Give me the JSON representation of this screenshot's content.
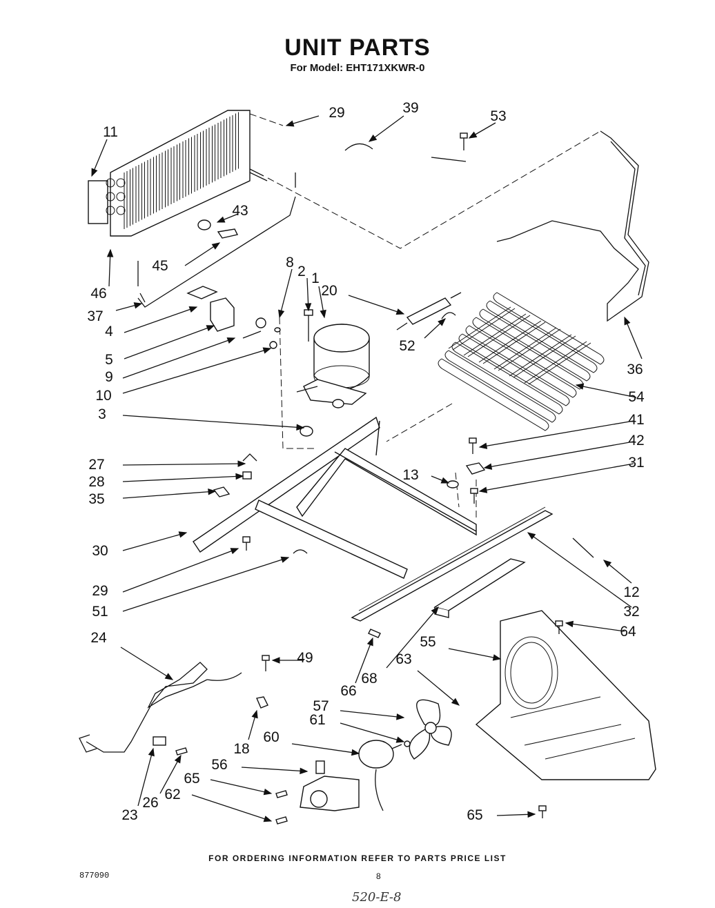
{
  "title": "UNIT PARTS",
  "model_line": "For Model: EHT171XKWR-0",
  "footer": "FOR ORDERING INFORMATION REFER TO PARTS PRICE LIST",
  "doc_code": "877090",
  "page_number": "8",
  "handwritten_note": "520-E-8",
  "callouts": [
    "29",
    "39",
    "53",
    "11",
    "43",
    "45",
    "46",
    "37",
    "8",
    "2",
    "1",
    "20",
    "4",
    "5",
    "9",
    "10",
    "52",
    "36",
    "54",
    "3",
    "41",
    "42",
    "27",
    "28",
    "35",
    "13",
    "31",
    "30",
    "29",
    "51",
    "12",
    "32",
    "64",
    "24",
    "49",
    "55",
    "66",
    "68",
    "63",
    "18",
    "57",
    "61",
    "60",
    "56",
    "65",
    "62",
    "23",
    "26",
    "65"
  ]
}
